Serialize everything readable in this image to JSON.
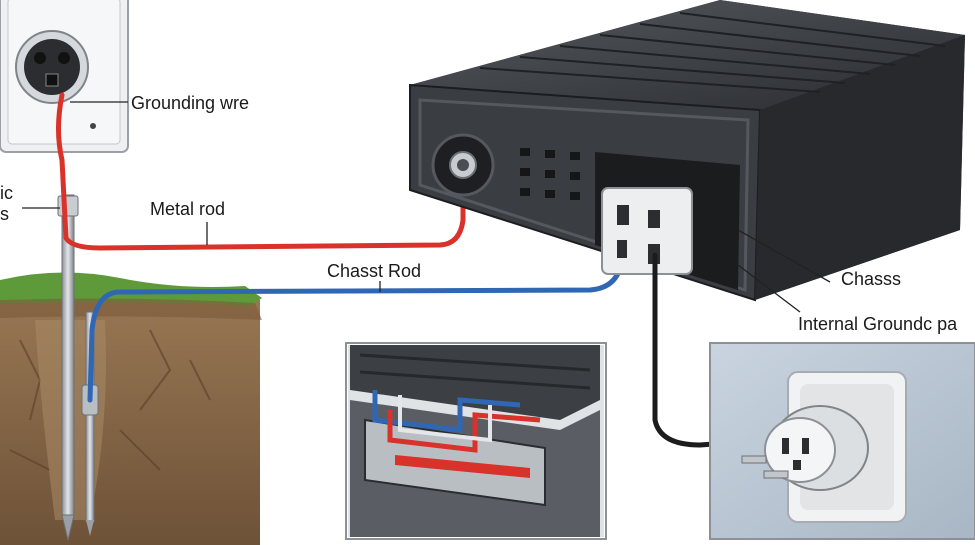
{
  "labels": {
    "grounding_wire": "Grounding wre",
    "metal_rod": "Metal rod",
    "chassis_rod": "Chasst Rod",
    "chassis": "Chasss",
    "internal_ground": "Internal Groundc pa",
    "cut_left_1": "ic",
    "cut_left_2": "s"
  },
  "colors": {
    "red_wire": "#d8322b",
    "blue_wire": "#2f67b4",
    "black_wire": "#1c1c1c",
    "chassis_body": "#3a3d42",
    "soil": "#8a6a4a",
    "grass": "#5f9a3a",
    "inset_bg": "#b9c6d4"
  }
}
